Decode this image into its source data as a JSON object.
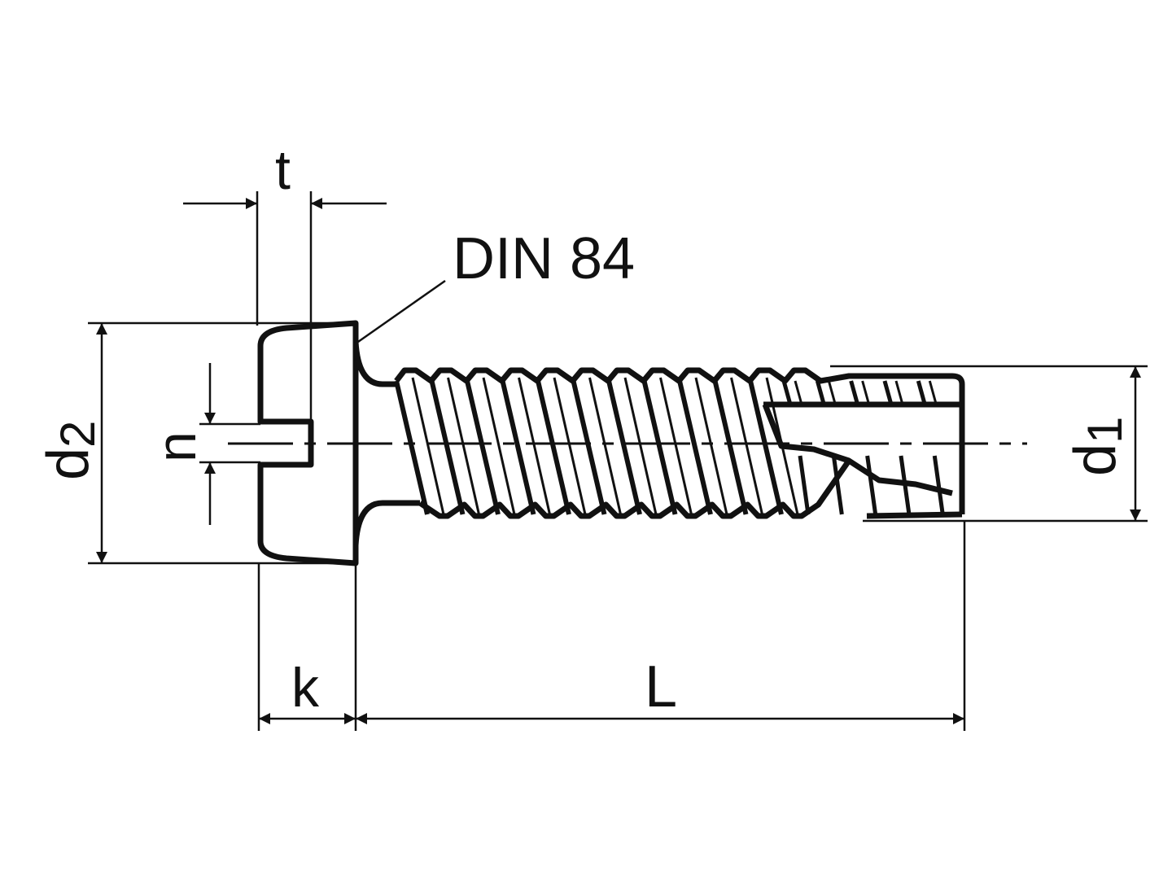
{
  "title": "DIN 84",
  "labels": {
    "t": "t",
    "n": "n",
    "d2_main": "d",
    "d2_sub": "2",
    "d1_main": "d",
    "d1_sub": "1",
    "k": "k",
    "L": "L"
  },
  "colors": {
    "line": "#111111",
    "background": "#ffffff"
  }
}
